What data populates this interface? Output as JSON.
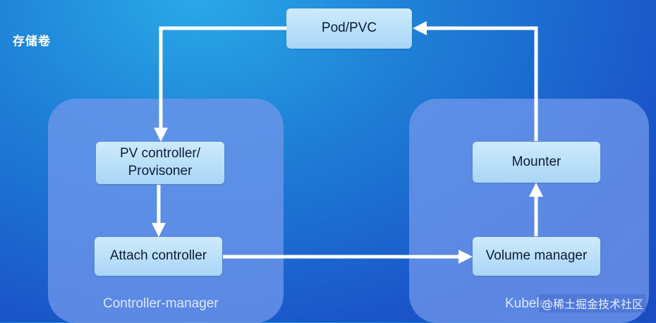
{
  "title": "存储卷",
  "groups": {
    "left_label": "Controller-manager",
    "right_label": "Kubelet"
  },
  "nodes": {
    "pod_pvc": "Pod/PVC",
    "pv_controller_line1": "PV controller/",
    "pv_controller_line2": "Provisoner",
    "attach_controller": "Attach controller",
    "mounter": "Mounter",
    "volume_manager": "Volume manager"
  },
  "watermark": "@稀土掘金技术社区",
  "colors": {
    "arrow": "#ffffff",
    "node_fill": "#bfe3f9",
    "group_fill": "#6e96eb"
  }
}
